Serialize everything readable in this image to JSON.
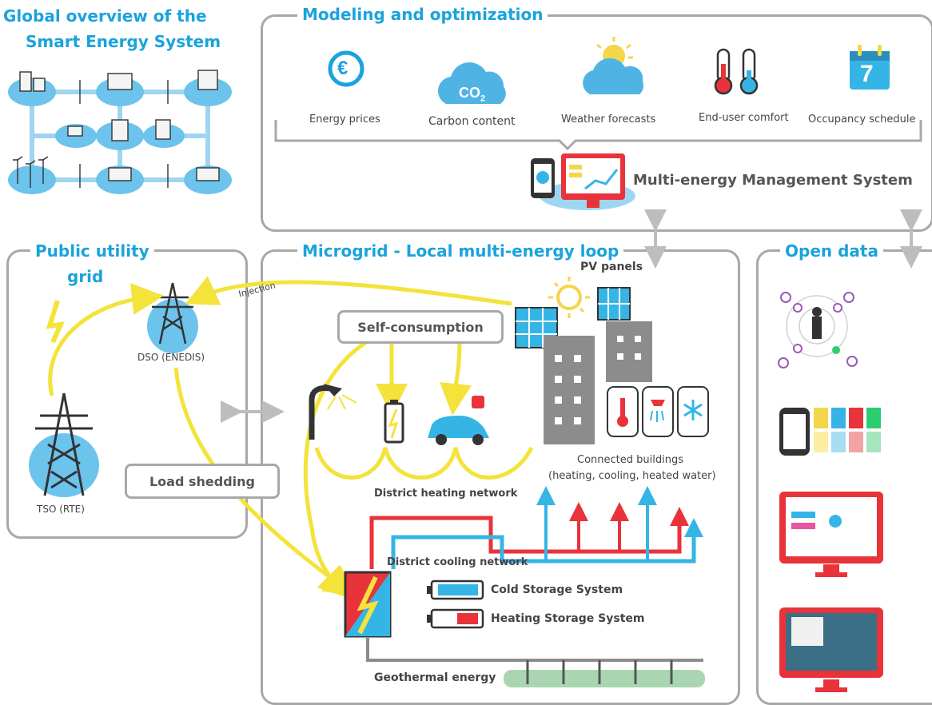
{
  "global_overview": {
    "title_line1": "Global overview of the",
    "title_line2": "Smart Energy System"
  },
  "modeling": {
    "title": "Modeling and optimization",
    "items": [
      {
        "label": "Energy prices",
        "icon": "euro-coin-icon"
      },
      {
        "label": "Carbon content",
        "icon": "co2-cloud-icon"
      },
      {
        "label": "Weather forecasts",
        "icon": "sun-cloud-icon"
      },
      {
        "label": "End-user comfort",
        "icon": "thermometer-icon"
      },
      {
        "label": "Occupancy schedule",
        "icon": "calendar-icon"
      }
    ],
    "calendar_day": "7",
    "co2_text": "CO",
    "co2_sub": "2",
    "mems_label": "Multi-energy Management System"
  },
  "public_utility": {
    "title_line1": "Public utility",
    "title_line2": "grid",
    "dso_label": "DSO (ENEDIS)",
    "tso_label": "TSO (RTE)",
    "load_shedding": "Load shedding"
  },
  "microgrid": {
    "title": "Microgrid - Local multi-energy loop",
    "injection": "Injection",
    "self_consumption": "Self-consumption",
    "pv_panels": "PV panels",
    "connected_buildings_line1": "Connected buildings",
    "connected_buildings_line2": "(heating, cooling, heated water)",
    "district_heating": "District heating network",
    "district_cooling": "District cooling network",
    "cold_storage": "Cold Storage System",
    "heating_storage": "Heating Storage System",
    "geothermal": "Geothermal energy"
  },
  "open_data": {
    "title": "Open data"
  },
  "colors": {
    "accent_blue": "#1aa3dc",
    "arrow_yellow": "#f3e33a",
    "heat_red": "#e8333a",
    "cool_blue": "#35b5e6",
    "frame_grey": "#a8a8a8"
  }
}
